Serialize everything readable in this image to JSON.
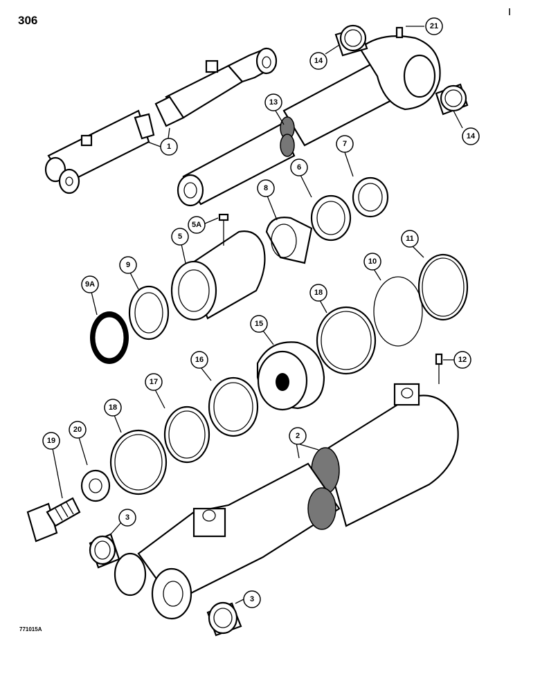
{
  "page": {
    "number": "306",
    "figure_code": "771015A"
  },
  "callouts": [
    "21",
    "14",
    "14",
    "13",
    "1",
    "7",
    "6",
    "8",
    "5A",
    "5",
    "11",
    "10",
    "9",
    "9A",
    "18",
    "15",
    "16",
    "12",
    "17",
    "18",
    "2",
    "20",
    "19",
    "3",
    "3"
  ],
  "colors": {
    "ink": "#000000",
    "paper": "#ffffff"
  }
}
